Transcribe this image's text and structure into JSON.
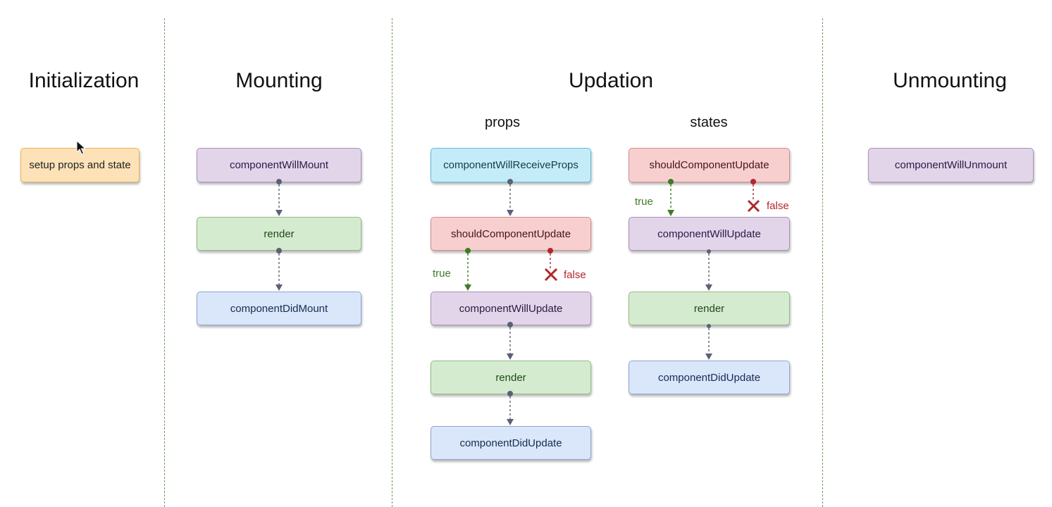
{
  "phases": {
    "initialization": {
      "title": "Initialization",
      "nodes": [
        "setup props and state"
      ]
    },
    "mounting": {
      "title": "Mounting",
      "nodes": [
        "componentWillMount",
        "render",
        "componentDidMount"
      ]
    },
    "updation": {
      "title": "Updation",
      "props": {
        "title": "props",
        "nodes": [
          "componentWillReceiveProps",
          "shouldComponentUpdate",
          "componentWillUpdate",
          "render",
          "componentDidUpdate"
        ]
      },
      "states": {
        "title": "states",
        "nodes": [
          "shouldComponentUpdate",
          "componentWillUpdate",
          "render",
          "componentDidUpdate"
        ]
      }
    },
    "unmounting": {
      "title": "Unmounting",
      "nodes": [
        "componentWillUnmount"
      ]
    }
  },
  "branch_labels": {
    "true": "true",
    "false": "false"
  },
  "colors": {
    "orange": "#fde2b8",
    "purple": "#e2d5ea",
    "green": "#d5ebcf",
    "blue": "#dae6fa",
    "cyan": "#c4ecf8",
    "red": "#f8cfcf",
    "true_arrow": "#3f7a26",
    "false_arrow": "#b3262d",
    "flow_arrow": "#5b6175",
    "divider": "#6e9a62"
  },
  "icons": {
    "cursor": "mouse-pointer-icon",
    "false_branch": "cross-icon"
  }
}
